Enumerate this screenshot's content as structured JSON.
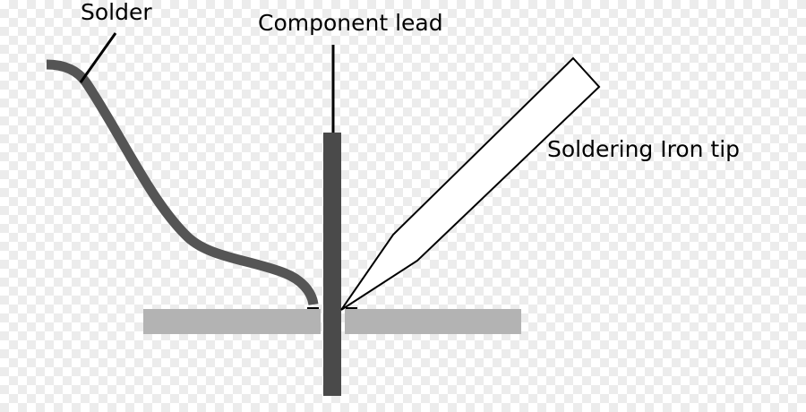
{
  "labels": {
    "solder": "Solder",
    "component_lead": "Component lead",
    "iron_tip": "Soldering Iron tip"
  },
  "colors": {
    "solder": "#555555",
    "lead": "#4a4a4a",
    "board": "#b3b3b3",
    "outline": "#000000"
  }
}
